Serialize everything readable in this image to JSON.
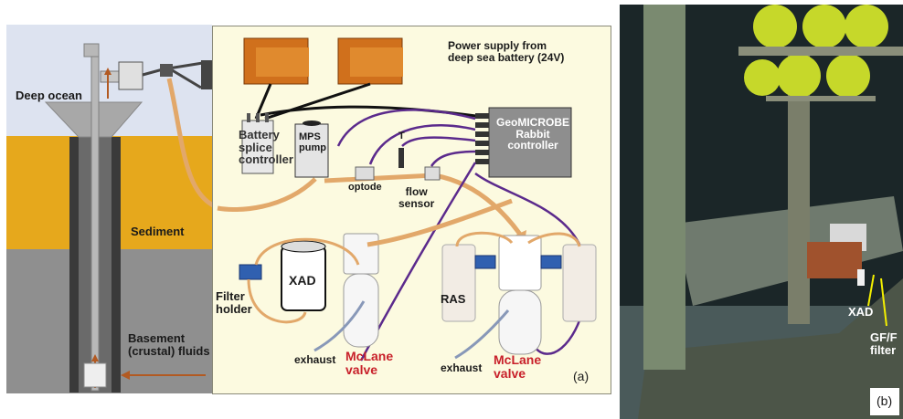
{
  "left": {
    "deep_ocean": "Deep ocean",
    "sediment": "Sediment",
    "basement": "Basement\n(crustal) fluids",
    "colors": {
      "ocean": "#dde3f0",
      "sediment": "#e6a81c",
      "basement": "#8f8f8f"
    }
  },
  "center": {
    "power": "Power supply from\ndeep sea battery (24V)",
    "battery": "Battery\nsplice\ncontroller",
    "mps": "MPS\npump",
    "optode": "optode",
    "t": "T",
    "flow": "flow\nsensor",
    "geomicrobe": "GeoMICROBE\nRabbit\ncontroller",
    "xad": "XAD",
    "filter": "Filter\nholder",
    "ras": "RAS",
    "exhaust1": "exhaust",
    "exhaust2": "exhaust",
    "mclane1": "McLane\nvalve",
    "mclane2": "McLane\nvalve",
    "panel_label": "(a)",
    "colors": {
      "background": "#fcfae0",
      "tube": "#e2a86a",
      "wire": "#5b2a8c",
      "battery": "#d0701c",
      "valve_text": "#c8202a"
    }
  },
  "right": {
    "xad": "XAD",
    "gff": "GF/F\nfilter",
    "panel_label": "(b)"
  }
}
